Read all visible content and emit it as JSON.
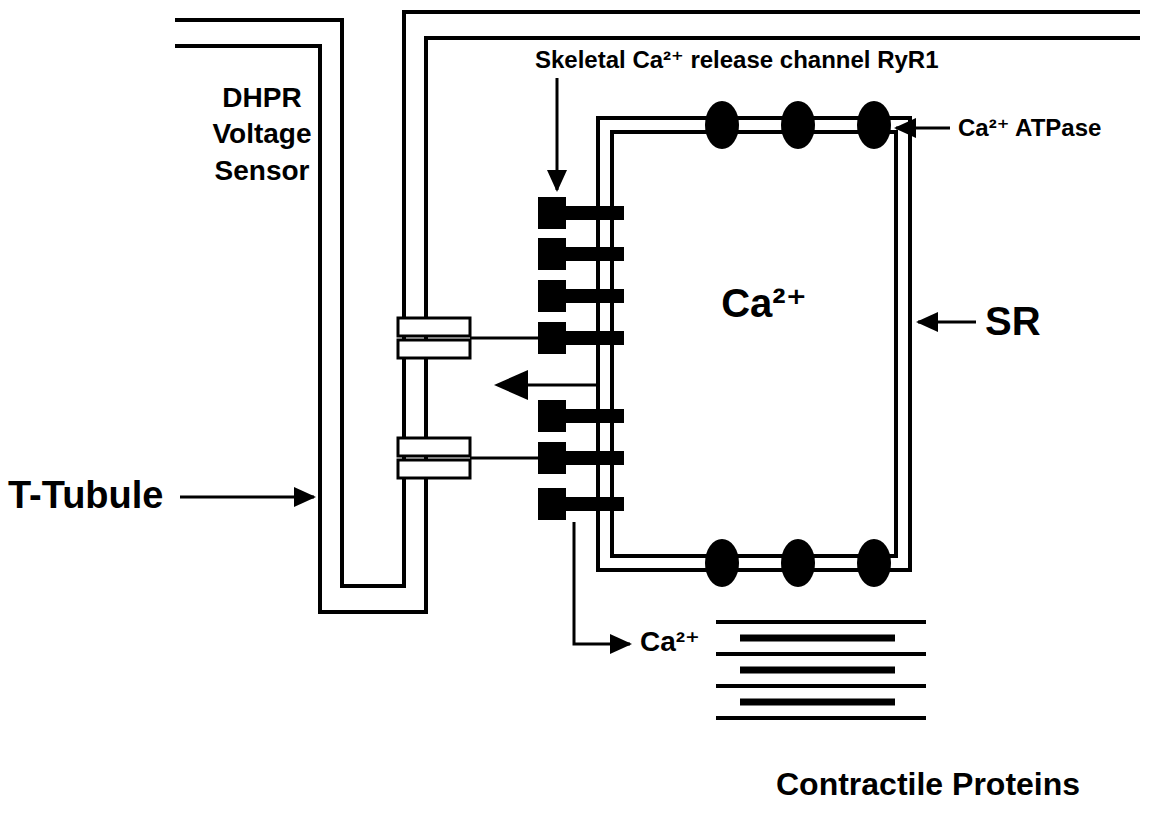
{
  "diagram": {
    "nodes": [
      {
        "text": [
          "Ca²⁺"
        ]
      }
    ],
    "labels": [
      "Skeletal Ca²⁺ release channel RyR1",
      "Ca²⁺ ATPase",
      "DHPR Voltage Sensor",
      "SR",
      "T-Tubule",
      "Ca²⁺",
      "Contractile Proteins"
    ]
  }
}
